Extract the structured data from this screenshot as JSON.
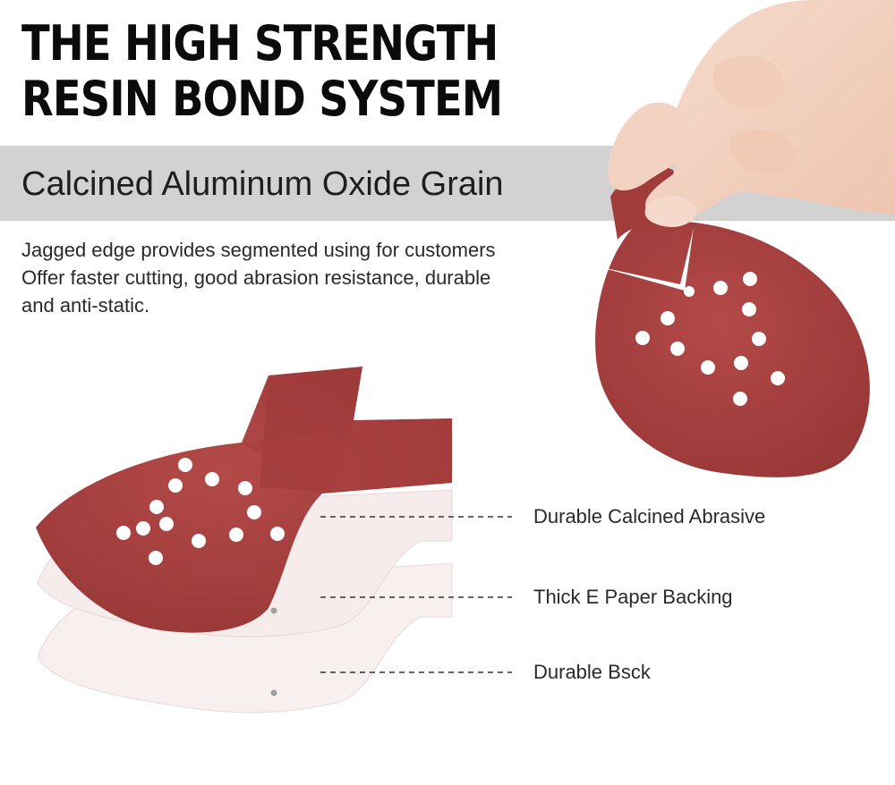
{
  "headline": {
    "line1": "THE HIGH STRENGTH",
    "line2": "RESIN BOND SYSTEM"
  },
  "band": {
    "title": "Calcined Aluminum Oxide Grain"
  },
  "description": {
    "line1": "Jagged edge provides segmented using for customers",
    "line2": "Offer faster cutting, good abrasion resistance, durable",
    "line3": "and anti-static."
  },
  "layers": [
    {
      "label": "Durable Calcined Abrasive"
    },
    {
      "label": "Thick E Paper Backing"
    },
    {
      "label": "Durable Bsck"
    }
  ],
  "colors": {
    "abrasive": "#a8403f",
    "abrasive_dark": "#8f3232",
    "backing": "#f7eeee",
    "band": "#d2d2d2",
    "text": "#0b0b0b"
  }
}
